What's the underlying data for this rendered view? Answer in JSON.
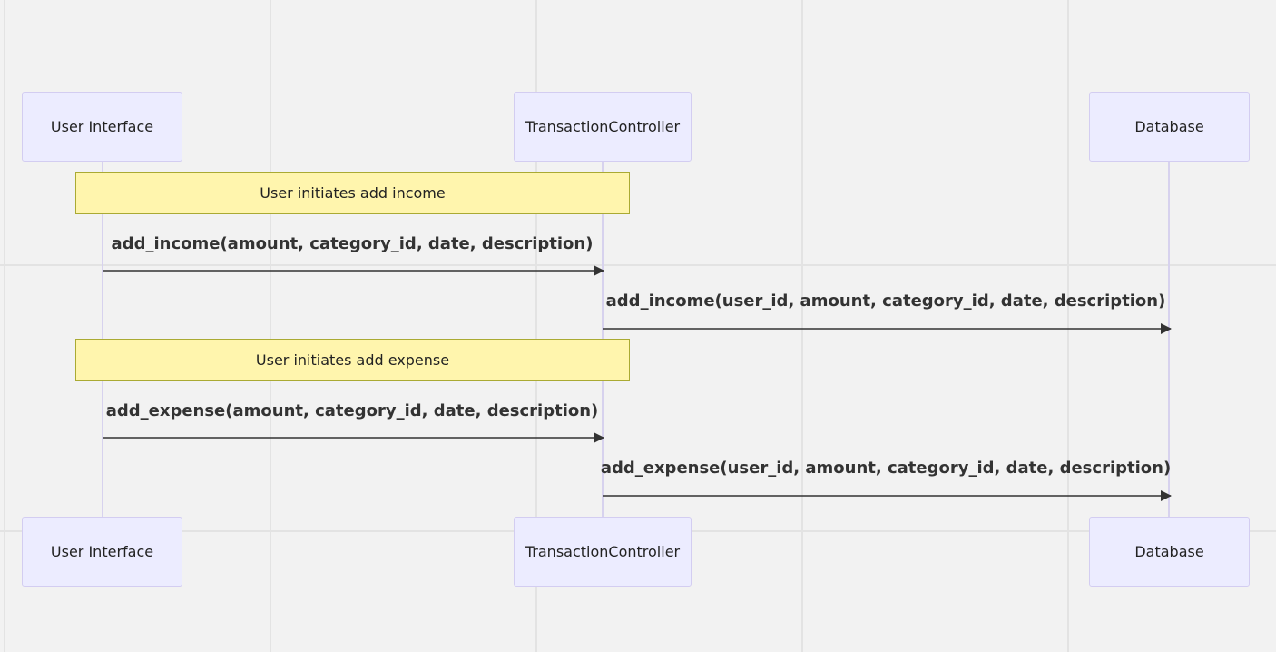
{
  "participants": [
    {
      "id": "ui",
      "label": "User Interface"
    },
    {
      "id": "tc",
      "label": "TransactionController"
    },
    {
      "id": "db",
      "label": "Database"
    }
  ],
  "notes": [
    {
      "text": "User initiates add income"
    },
    {
      "text": "User initiates add expense"
    }
  ],
  "messages": [
    {
      "from": "ui",
      "to": "tc",
      "text": "add_income(amount, category_id, date, description)"
    },
    {
      "from": "tc",
      "to": "db",
      "text": "add_income(user_id, amount, category_id, date, description)"
    },
    {
      "from": "ui",
      "to": "tc",
      "text": "add_expense(amount, category_id, date, description)"
    },
    {
      "from": "tc",
      "to": "db",
      "text": "add_expense(user_id, amount, category_id, date, description)"
    }
  ]
}
